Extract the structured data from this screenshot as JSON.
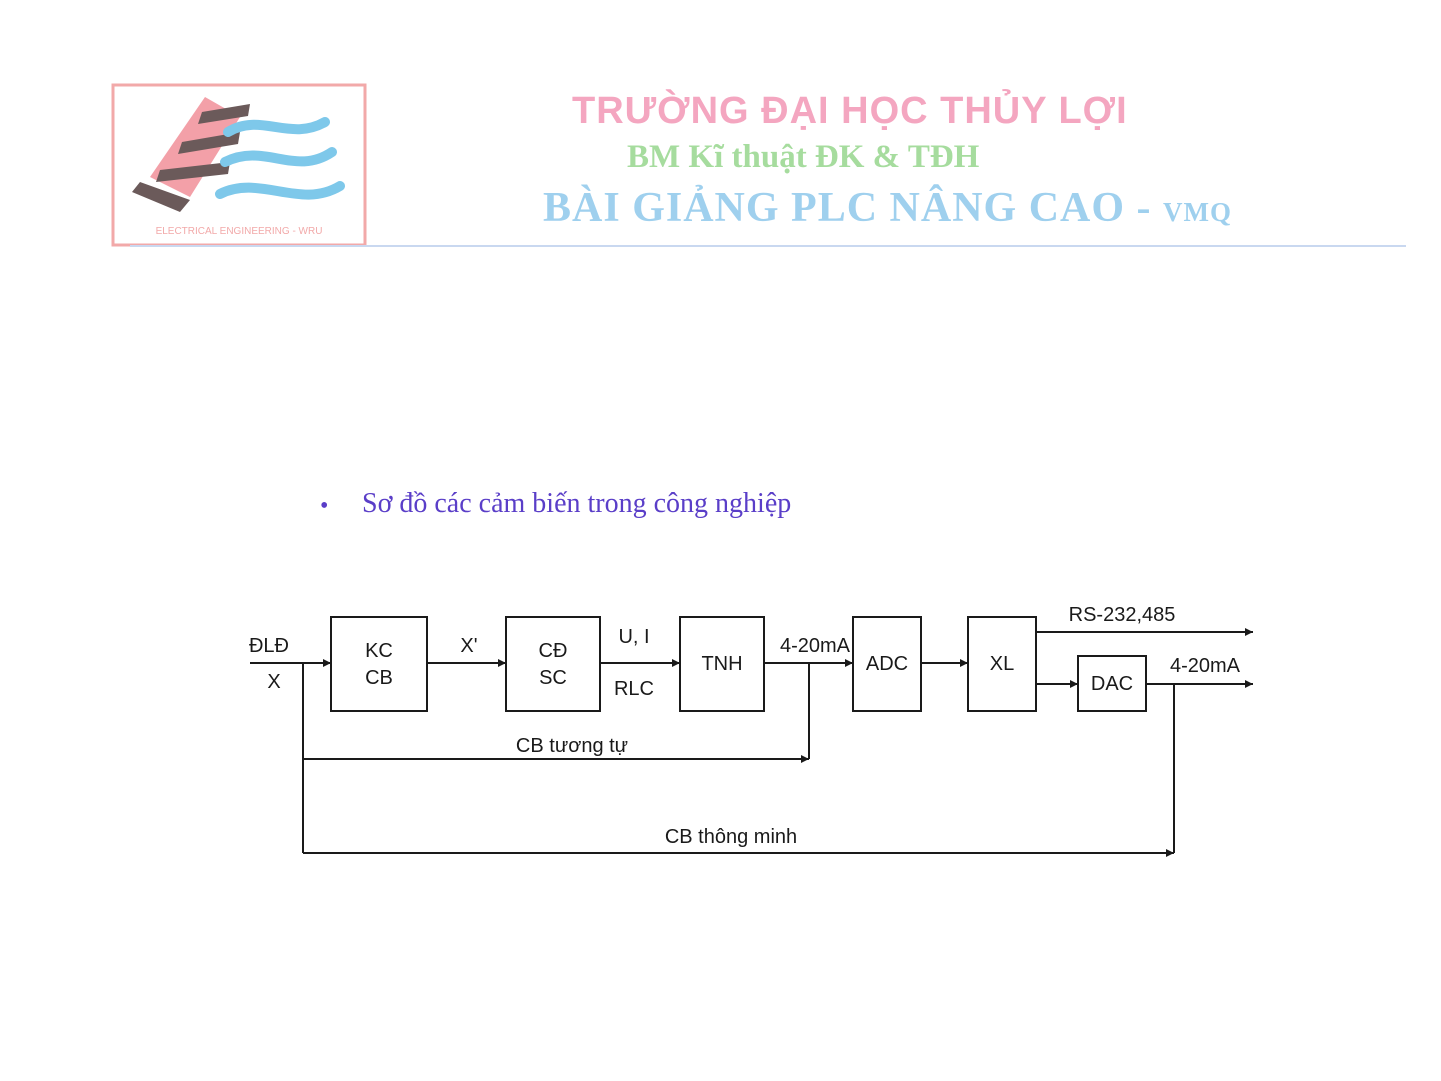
{
  "colors": {
    "school": "#f4a6c0",
    "dept": "#a6dc9e",
    "course": "#9fd0ee",
    "bullet": "#5a3ec8",
    "logo_border": "#f2a9a9"
  },
  "header": {
    "logo_caption": "ELECTRICAL ENGINEERING - WRU",
    "school": "TRƯỜNG ĐẠI HỌC THỦY LỢI",
    "dept": "BM Kĩ thuật ĐK & TĐH",
    "course": "BÀI GIẢNG PLC NÂNG CAO -",
    "author": "VMQ"
  },
  "slide": {
    "bullet": "•",
    "text": "Sơ đồ các cảm biến trong công nghiệp"
  },
  "diagram": {
    "blocks": {
      "kccb_1": "KC",
      "kccb_2": "CB",
      "cdsc_1": "CĐ",
      "cdsc_2": "SC",
      "tnh": "TNH",
      "adc": "ADC",
      "xl": "XL",
      "dac": "DAC"
    },
    "labels": {
      "input_1": "ĐLĐ",
      "input_2": "X",
      "x_prime": "X'",
      "ui": "U, I",
      "rlc": "RLC",
      "current_1": "4-20mA",
      "rs": "RS-232,485",
      "current_2": "4-20mA",
      "analog": "CB tương tự",
      "smart": "CB thông minh"
    }
  }
}
